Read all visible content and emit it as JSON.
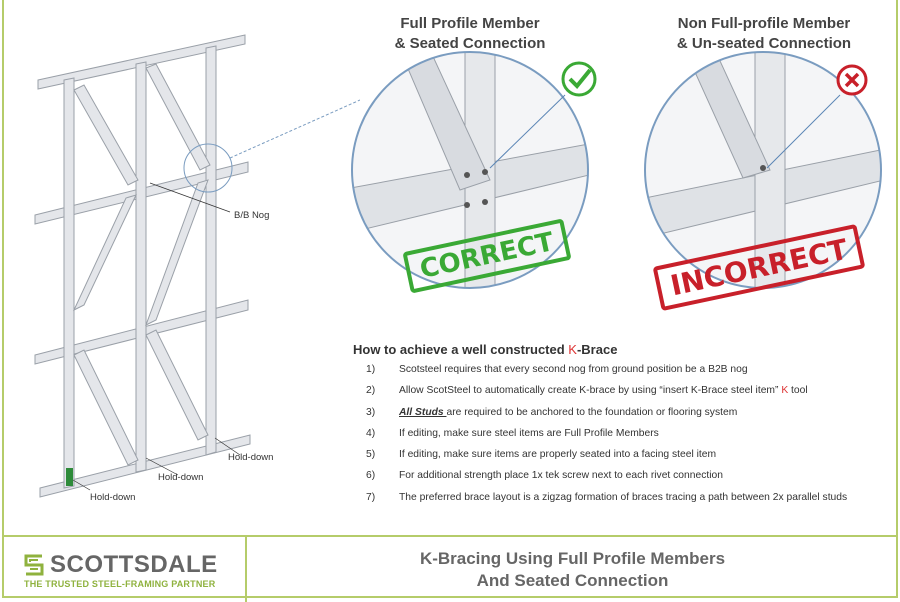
{
  "left_panel": {
    "label_nog": "B/B Nog",
    "hold_down_labels": [
      "Hold-down",
      "Hold-down",
      "Hold-down"
    ]
  },
  "correct_panel": {
    "title_line1": "Full Profile Member",
    "title_line2": "& Seated Connection",
    "stamp": "CORRECT",
    "status_color": "#3aa935"
  },
  "incorrect_panel": {
    "title_line1": "Non Full-profile Member",
    "title_line2": "& Un-seated Connection",
    "stamp": "INCORRECT",
    "status_color": "#c8202a"
  },
  "instructions": {
    "heading_pre": "How to achieve a well constructed ",
    "heading_k": "K",
    "heading_post": "-Brace",
    "items": [
      {
        "num": "1)",
        "text": "Scotsteel requires that every second nog from ground position be a B2B nog"
      },
      {
        "num": "2)",
        "text": "Allow ScotSteel to automatically create K-brace by using “insert K-Brace steel item”",
        "icon_k": "K",
        "text_after": " tool"
      },
      {
        "num": "3)",
        "emph": "All Studs ",
        "text": "are required to be anchored to the foundation or flooring system"
      },
      {
        "num": "4)",
        "text": "If editing, make sure steel items are Full Profile Members"
      },
      {
        "num": "5)",
        "text": "If editing, make sure items are properly seated into a facing steel item"
      },
      {
        "num": "6)",
        "text": "For additional strength place 1x tek screw next to each rivet connection"
      },
      {
        "num": "7)",
        "text": "The preferred brace layout is a zigzag formation of braces tracing a path between 2x parallel studs"
      }
    ]
  },
  "footer": {
    "brand": "SCOTTSDALE",
    "tagline": "THE TRUSTED STEEL-FRAMING PARTNER",
    "title_line1": "K-Bracing Using Full Profile Members",
    "title_line2": "And Seated Connection",
    "accent": "#b5cc6a"
  }
}
